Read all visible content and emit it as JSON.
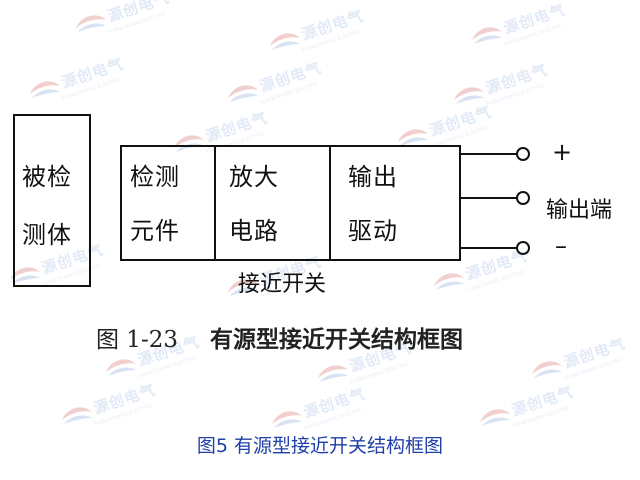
{
  "watermark": {
    "text": "源创电气",
    "subtext": "YUANCHUANG ELECTRIC",
    "color": "#c9d9ef"
  },
  "diagram": {
    "object_box": {
      "line1": "被检",
      "line2": "测体"
    },
    "sensor_blocks": [
      {
        "line1": "检测",
        "line2": "元件"
      },
      {
        "line1": "放大",
        "line2": "电路"
      },
      {
        "line1": "输出",
        "line2": "驱动"
      }
    ],
    "switch_label": "接近开关",
    "terminals": {
      "plus": "+",
      "output_label": "输出端",
      "minus": "–"
    }
  },
  "figure_caption": {
    "number": "图 1-23",
    "title": "有源型接近开关结构框图"
  },
  "bottom_caption": "图5  有源型接近开关结构框图"
}
